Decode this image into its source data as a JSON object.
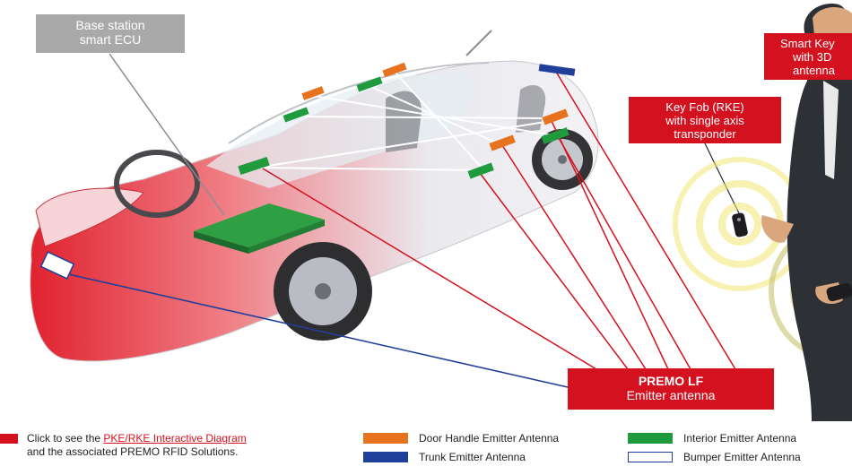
{
  "callouts": {
    "ecu": [
      "Base station",
      "smart ECU"
    ],
    "key_fob": [
      "Key Fob (RKE)",
      "with single axis",
      "transponder"
    ],
    "smart_key": [
      "Smart Key",
      "with 3D",
      "antenna"
    ],
    "premo": [
      "PREMO LF",
      "Emitter antenna"
    ]
  },
  "legend": {
    "click_prefix": "Click to see the ",
    "click_link": "PKE/RKE Interactive Diagram",
    "click_suffix": "and the associated PREMO RFID Solutions.",
    "door_handle": "Door Handle Emitter Antenna",
    "trunk": "Trunk Emitter Antenna",
    "interior": "Interior Emitter Antenna",
    "bumper": "Bumper Emitter Antenna"
  },
  "colors": {
    "accent_red": "#d4111f",
    "door_handle_orange": "#e8731f",
    "trunk_blue": "#1f3f9a",
    "interior_green": "#1f9a3c",
    "bumper_white": "#ffffff",
    "ecu_gray": "#a9a9a9"
  }
}
